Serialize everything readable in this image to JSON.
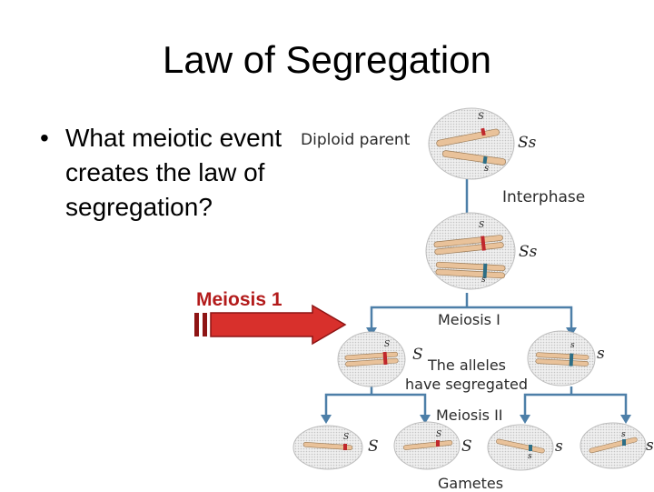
{
  "slide": {
    "title": "Law of Segregation",
    "bullet": "•",
    "question": "What meiotic event creates the law of segregation?",
    "answer_label": "Meiosis 1"
  },
  "diagram": {
    "stage_labels": {
      "parent": "Diploid parent",
      "interphase": "Interphase",
      "meiosis1": "Meiosis I",
      "segregated_line1": "The alleles",
      "segregated_line2": "have segregated",
      "meiosis2": "Meiosis II",
      "gametes": "Gametes"
    },
    "genotypes": {
      "parent": "Ss",
      "interphase": "Ss",
      "m1_left": "S",
      "m1_right": "s",
      "g1": "S",
      "g2": "S",
      "g3": "s",
      "g4": "s"
    },
    "allele_marks": {
      "dominant": "S",
      "recessive": "s"
    },
    "colors": {
      "arrow": "#d8302c",
      "arrow_dark": "#8e1414",
      "connector": "#4d7fa8",
      "dominant_allele": "#c0282c",
      "recessive_allele": "#2c6e86",
      "chromosome": "#e9c29a",
      "cell": "#d8d8d8"
    }
  }
}
